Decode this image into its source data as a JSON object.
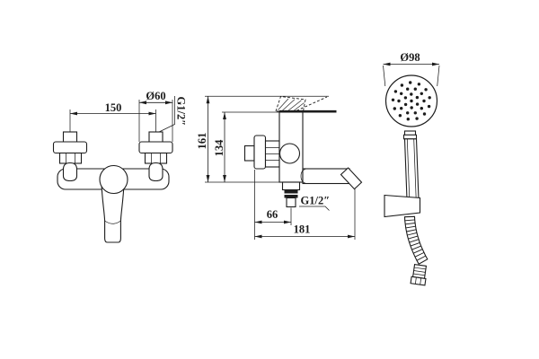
{
  "drawing": {
    "type": "technical-installation-drawing",
    "subject": "wall-mounted bath mixer faucet with hand shower set",
    "colors": {
      "line": "#1c1c1c",
      "background": "#ffffff"
    },
    "front_view": {
      "dim_width": "150",
      "dim_flange": "Ø60",
      "dim_thread": "G1/2″"
    },
    "side_view": {
      "dim_height_total": "161",
      "dim_height_to_spout": "134",
      "dim_spout_offset": "66",
      "dim_outlet_thread": "G1/2″",
      "dim_depth": "181"
    },
    "hand_shower": {
      "dim_head_diameter": "Ø98"
    }
  }
}
